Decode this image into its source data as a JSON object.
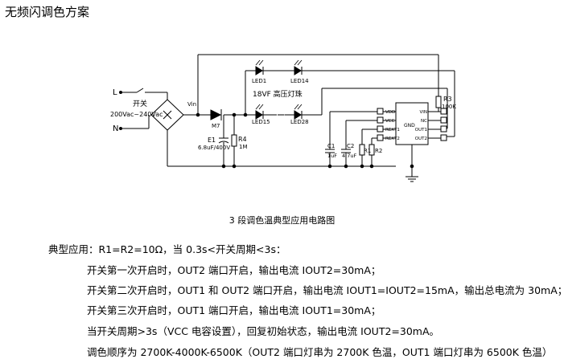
{
  "title": "无频闪调色方案",
  "circuit": {
    "line_l": "L",
    "line_n": "N",
    "switch_label": "开关",
    "supply_label": "200Vac~240Vac",
    "vin_label": "Vin",
    "diode_label": "M7",
    "e1_name": "E1",
    "e1_value": "6.8uF/400V",
    "r4_name": "R4",
    "r4_value": "1M",
    "led1": "LED1",
    "led14": "LED14",
    "led15": "LED15",
    "led28": "LED28",
    "string_label": "18VF 高压灯珠",
    "r3_name": "R3",
    "r3_value": "100K",
    "c1_name": "C1",
    "c1_value": "1uF",
    "c2_name": "C2",
    "c2_value": "4.7uF",
    "r1_name": "R1",
    "r2_name": "R2",
    "ic_gnd": "GND",
    "pins_left": [
      "VDD",
      "VCC",
      "REXT1",
      "REXT2"
    ],
    "pins_right": [
      "VIN",
      "NC",
      "OUT1",
      "OUT2"
    ]
  },
  "caption": "3 段调色温典型应用电路图",
  "paragraphs": [
    "典型应用：R1=R2=10Ω，当 0.3s<开关周期<3s：",
    "开关第一次开启时，OUT2 端口开启，输出电流 IOUT2=30mA；",
    "开关第二次开启时，OUT1 和 OUT2 端口开启，输出电流 IOUT1=IOUT2=15mA，输出总电流为 30mA；",
    "开关第三次开启时，OUT1 端口开启，输出电流 IOUT1=30mA；",
    "当开关周期>3s（VCC 电容设置），回复初始状态，输出电流 IOUT2=30mA。",
    "调色顺序为 2700K-4000K-6500K（OUT2 端口灯串为 2700K 色温，OUT1 端口灯串为 6500K 色温）"
  ]
}
